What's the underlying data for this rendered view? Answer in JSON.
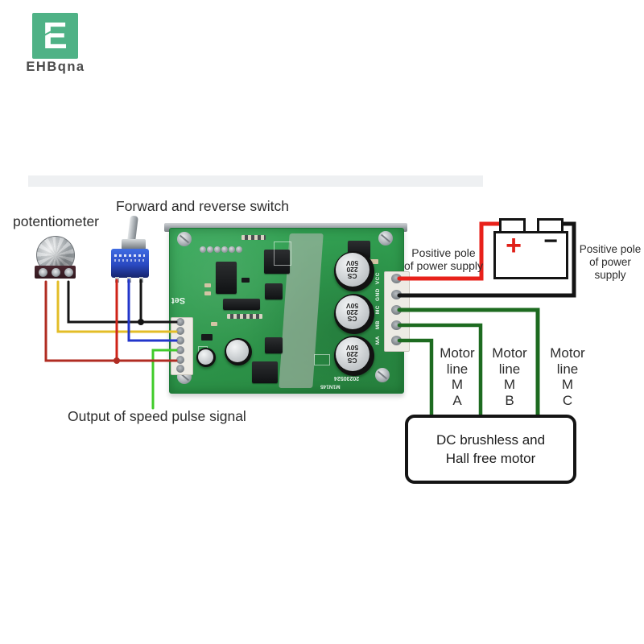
{
  "logo": {
    "letter": "E",
    "brand": "EHBqna",
    "green": "#4fb286"
  },
  "labels": {
    "potentiometer": "potentiometer",
    "forward_reverse_switch": "Forward and reverse switch",
    "positive_left": {
      "line1": "Positive pole",
      "line2": "of power supply"
    },
    "positive_right": {
      "line1": "Positive pole",
      "line2": "of power",
      "line3": "supply"
    },
    "output_speed": "Output of speed pulse signal"
  },
  "motor_lines": {
    "a": [
      "Motor",
      "line",
      "M",
      "A"
    ],
    "b": [
      "Motor",
      "line",
      "M",
      "B"
    ],
    "c": [
      "Motor",
      "line",
      "M",
      "C"
    ]
  },
  "motor_box": {
    "line1": "DC brushless and",
    "line2": "Hall free motor"
  },
  "battery": {
    "plus": "+",
    "minus": "−"
  },
  "pcb": {
    "pin_labels": [
      "VCC",
      "GND",
      "MC",
      "MB",
      "MA"
    ],
    "silkscreen": "Set",
    "date_code": "20230524",
    "board_code": "M1N145",
    "capacitor_label": [
      "CS",
      "220",
      "50V"
    ]
  },
  "colors": {
    "wire_red": "#e8211a",
    "wire_dark_red": "#b02c22",
    "wire_black": "#141414",
    "wire_yellow": "#e3bd27",
    "wire_blue": "#2236cb",
    "wire_green_bright": "#3fcb2a",
    "wire_green_dark": "#1d6b20",
    "pcb_green": "#2f9b4d"
  }
}
